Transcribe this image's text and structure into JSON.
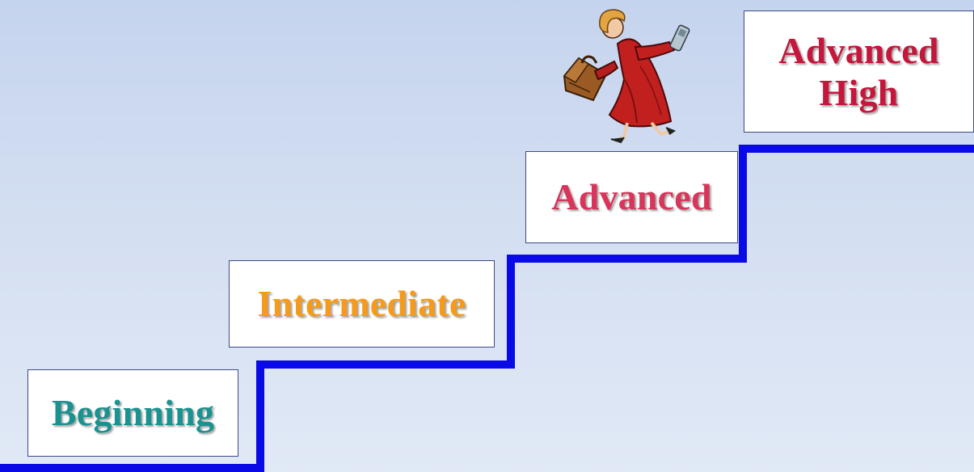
{
  "steps": [
    {
      "label": "Beginning",
      "color": "#1a9290"
    },
    {
      "label": "Intermediate",
      "color": "#f59a1b"
    },
    {
      "label": "Advanced",
      "color": "#d9345a"
    },
    {
      "label": "Advanced High",
      "color": "#c5163b"
    }
  ],
  "colors": {
    "stair_line": "#0a0ae6",
    "box_border": "#3d4a86"
  },
  "illustration": {
    "icon": "businesswoman-running-icon"
  }
}
